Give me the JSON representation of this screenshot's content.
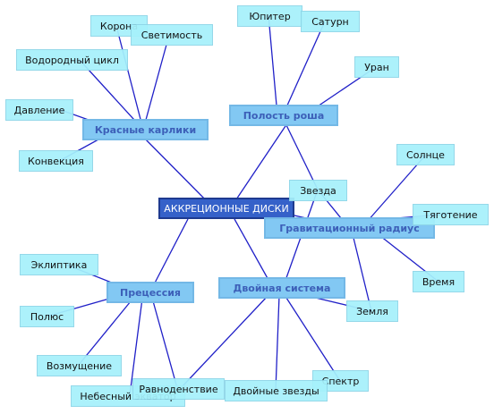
{
  "central": "АККРЕЦИОННЫЕ ДИСКИ",
  "categories": {
    "red_dwarfs": "Красные карлики",
    "roche_cavity": "Полость роша",
    "gravitational_radius": "Гравитационный радиус",
    "binary_system": "Двойная система",
    "precession": "Прецессия"
  },
  "leaves": {
    "corona": "Корона",
    "luminosity": "Светимость",
    "hydrogen_cycle": "Водородный цикл",
    "pressure": "Давление",
    "convection": "Конвекция",
    "jupiter": "Юпитер",
    "saturn": "Сатурн",
    "uranus": "Уран",
    "sun": "Солнце",
    "gravity": "Тяготение",
    "time": "Время",
    "star": "Звезда",
    "earth": "Земля",
    "spectrum": "Спектр",
    "binary_stars": "Двойные звезды",
    "ecliptic": "Эклиптика",
    "pole": "Полюс",
    "perturbation": "Возмущение",
    "celestial_equator": "Небесный экватор",
    "equinox": "Равноденствие"
  },
  "colors": {
    "edge": "#2020c8",
    "root_fill": "#3561c9",
    "category_fill": "#82c8f3",
    "category_text": "#3c5fb8",
    "leaf_fill": "#a6f1fb"
  }
}
